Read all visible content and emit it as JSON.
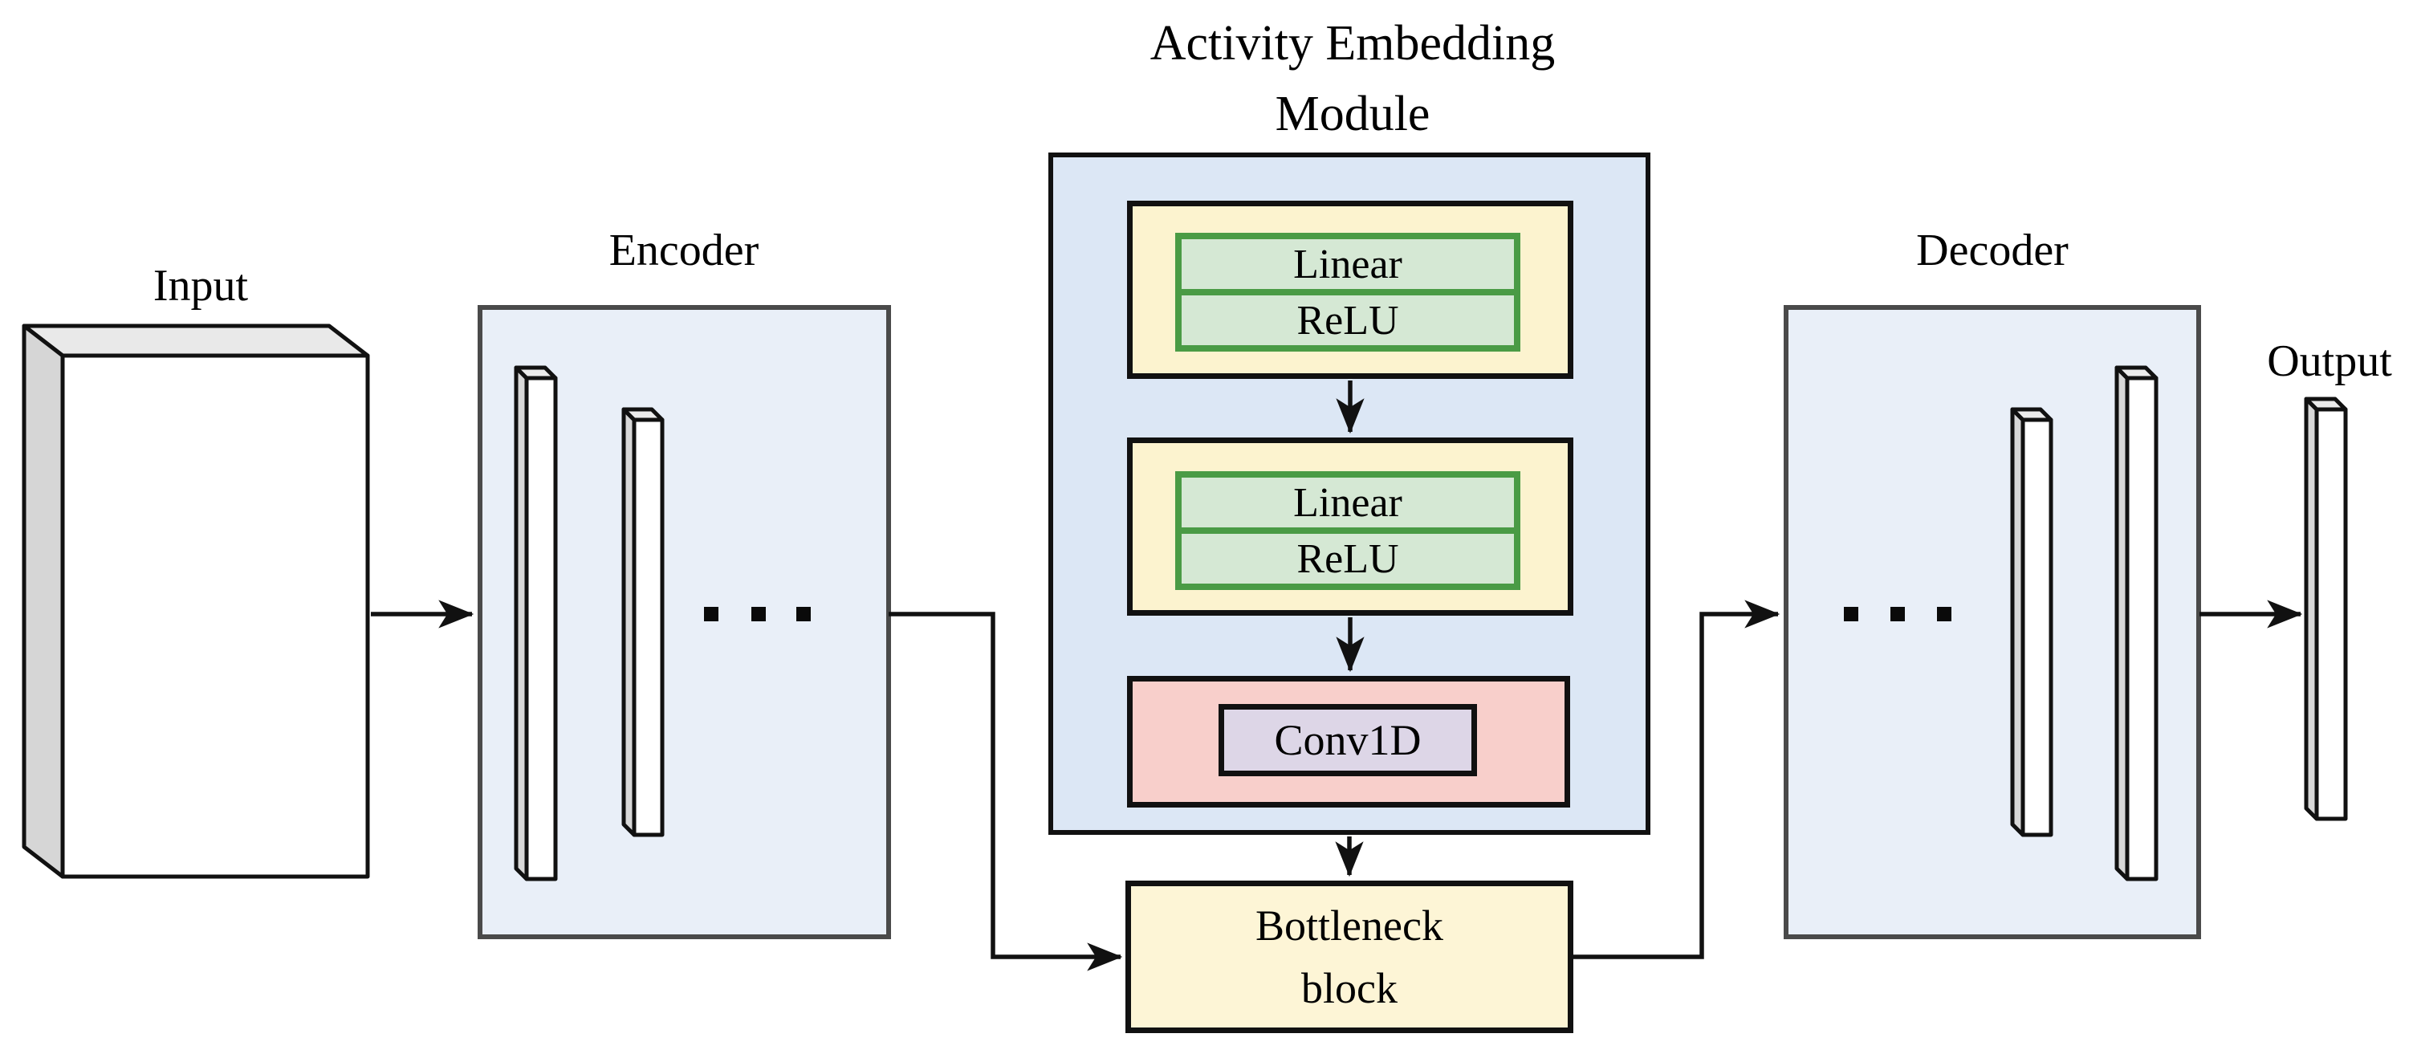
{
  "diagram": {
    "title_line1": "Activity Embedding",
    "title_line2": "Module",
    "input_label": "Input",
    "output_label": "Output",
    "encoder": {
      "label": "Encoder",
      "ellipsis": "..."
    },
    "decoder": {
      "label": "Decoder",
      "ellipsis": "..."
    },
    "activity_embedding_module": {
      "block1": {
        "linear": "Linear",
        "relu": "ReLU"
      },
      "block2": {
        "linear": "Linear",
        "relu": "ReLU"
      },
      "conv": "Conv1D"
    },
    "bottleneck_line1": "Bottleneck",
    "bottleneck_line2": "block",
    "colors": {
      "module_bg": "#dce7f5",
      "coder_bg": "#e9eff8",
      "coder_border": "#4a4a4a",
      "yellow_bg": "#fcf3cf",
      "bottleneck_bg": "#fdf5d6",
      "green_fill": "#d5e8d4",
      "green_border": "#4a9b45",
      "pink_bg": "#f8cfcb",
      "purple_bg": "#ddd6e7",
      "line_color": "#111111"
    }
  }
}
